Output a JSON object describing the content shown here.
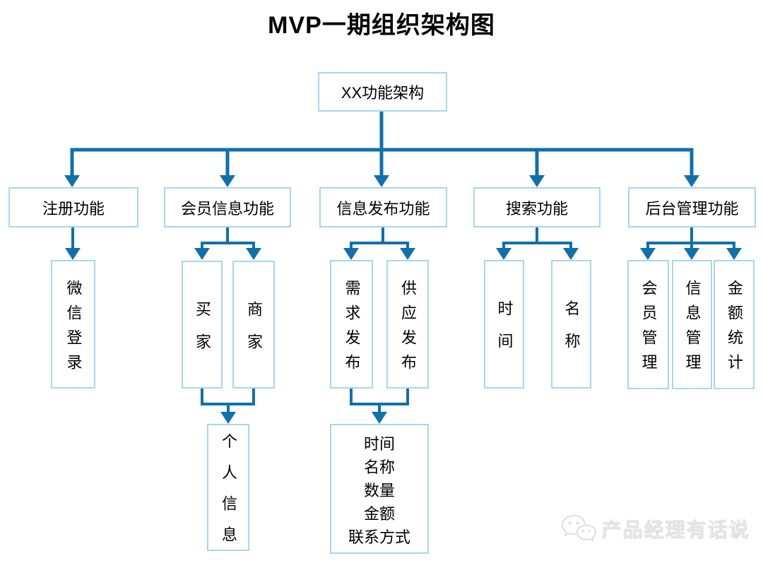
{
  "title": "MVP一期组织架构图",
  "colors": {
    "connector": "#0f70ad",
    "box_border": "#a6d7f0",
    "text": "#000000",
    "watermark": "#e6e6e6"
  },
  "root_label": "XX功能架构",
  "level2": {
    "register": "注册功能",
    "member": "会员信息功能",
    "publish": "信息发布功能",
    "search": "搜索功能",
    "admin": "后台管理功能"
  },
  "level3": {
    "wechat_login": "微信登录",
    "buyer": "买家",
    "seller": "商家",
    "demand_publish": "需求发布",
    "supply_publish": "供应发布",
    "time": "时间",
    "name": "名称",
    "member_mgmt": "会员管理",
    "info_mgmt": "信息管理",
    "amount_stats": "金额统计"
  },
  "level4": {
    "personal_info": "个人信息",
    "publish_fields": [
      "时间",
      "名称",
      "数量",
      "金额",
      "联系方式"
    ]
  },
  "watermark": {
    "icon": "wechat-logo-icon",
    "label": "产品经理有话说"
  }
}
